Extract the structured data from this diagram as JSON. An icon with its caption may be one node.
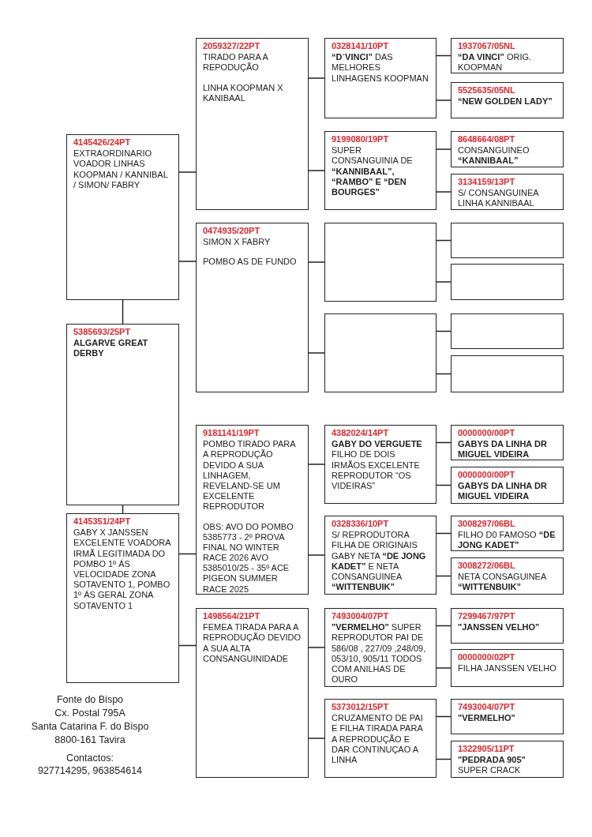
{
  "diagram": {
    "nodes": [
      {
        "text": [
          "4145426/24PT",
          "EXTRAORDINARIO VOADOR LINHAS KOOPMAN / KANNIBAL / SIMON/ FABRY"
        ]
      },
      {
        "text": [
          "5385693/25PT",
          "**ALGARVE GREAT DERBY**"
        ]
      },
      {
        "text": [
          "4145351/24PT",
          "GABY X JANSSEN EXCELENTE VOADORA IRMÃ LEGITIMADA DO POMBO 1º ÁS VELOCIDADE ZONA SOTAVENTO 1, POMBO 1º ÁS GERAL ZONA SOTAVENTO 1"
        ]
      },
      {
        "text": [
          "2059327/22PT",
          "TIRADO PARA A REPODUÇÃO",
          "LINHA KOOPMAN X KANIBAAL"
        ]
      },
      {
        "text": [
          "0474935/20PT",
          "SIMON X FABRY",
          "POMBO AS DE FUNDO"
        ]
      },
      {
        "text": [
          "9181141/19PT",
          "POMBO TIRADO PARA A REPRODUÇÃO DEVIDO A SUA LINHAGEM, REVELAND-SE UM EXCELENTE REPRODUTOR",
          "OBS: AVO DO POMBO 5385773 - 2º PROVA FINAL NO WINTER RACE 2026 AVO 5385010/25 - 35º ACE PIGEON SUMMER RACE 2025"
        ]
      },
      {
        "text": [
          "1498564/21PT",
          "FEMEA TIRADA PARA A REPRODUÇÃO DEVIDO A SUA ALTA CONSANGUINIDADE"
        ]
      },
      {
        "text": [
          "0328141/10PT",
          "**“D`VINCI”** DAS MELHORES LINHAGENS KOOPMAN"
        ]
      },
      {
        "text": [
          "9199080/19PT",
          "SUPER CONSANGUINIA DE **“KANNIBAAL”, “RAMBO” E “DEN BOURGES”**"
        ]
      },
      {
        "text": [],
        "shape": "box"
      },
      {
        "text": [],
        "shape": "box"
      },
      {
        "text": [
          "4382024/14PT",
          "**GABY DO VERGUETE** FILHO DE DOIS IRMÃOS EXCELENTE REPRODUTOR “OS VIDEIRAS”"
        ]
      },
      {
        "text": [
          "0328336/10PT",
          "S/ REPRODUTORA FILHA DE ORIGINAIS GABY NETA **“DE JONG KADET”** E NETA CONSANGUINEA **“WITTENBUIK”**"
        ]
      },
      {
        "text": [
          "7493004/07PT",
          "**\"VERMELHO\"** SUPER REPRODUTOR PAI DE 586/08 , 227/09 ,248/09, 053/10, 905/11 TODOS COM ANILHAS DE OURO"
        ]
      },
      {
        "text": [
          "5373012/15PT",
          "CRUZAMENTO DE PAI E FILHA TIRADA PARA A REPRODUÇÃO E DAR CONTINUÇAO A LINHA"
        ]
      },
      {
        "text": [
          "1937067/05NL",
          "**“DA VINCI”** ORIG. KOOPMAN"
        ]
      },
      {
        "text": [
          "5525635/05NL",
          "**“NEW GOLDEN LADY”**"
        ]
      },
      {
        "text": [
          "8648664/08PT",
          "CONSANGUINEO **“KANNIBAAL”**"
        ]
      },
      {
        "text": [
          "3134159/13PT",
          "S/ CONSANGUINEA LINHA KANNIBAAL"
        ]
      },
      {
        "text": [],
        "shape": "box"
      },
      {
        "text": [],
        "shape": "box"
      },
      {
        "text": [],
        "shape": "box"
      },
      {
        "text": [],
        "shape": "box"
      },
      {
        "text": [
          "0000000/00PT",
          "**GABYS DA LINHA DR MIGUEL VIDEIRA**"
        ]
      },
      {
        "text": [
          "0000000/00PT",
          "**GABYS DA LINHA DR MIGUEL VIDEIRA**"
        ]
      },
      {
        "text": [
          "3008297/06BL",
          "FILHO D0 FAMOSO **“DE JONG KADET”**"
        ]
      },
      {
        "text": [
          "3008272/06BL",
          "NETA CONSAGUINEA **“WITTENBUIK”**"
        ]
      },
      {
        "text": [
          "7299467/97PT",
          "**\"JANSSEN VELHO\"**"
        ]
      },
      {
        "text": [
          "0000000/02PT",
          "FILHA JANSSEN VELHO"
        ]
      },
      {
        "text": [
          "7493004/07PT",
          "**\"VERMELHO\"**"
        ]
      },
      {
        "text": [
          "1322905/11PT",
          "**\"PEDRADA 905\"** SUPER CRACK"
        ]
      }
    ],
    "edges": [
      {
        "from": 1,
        "to": 0,
        "arrow": "none"
      },
      {
        "from": 1,
        "to": 2,
        "arrow": "none"
      },
      {
        "from": 0,
        "to": 3,
        "arrow": "none"
      },
      {
        "from": 0,
        "to": 4,
        "arrow": "none"
      },
      {
        "from": 2,
        "to": 5,
        "arrow": "none"
      },
      {
        "from": 2,
        "to": 6,
        "arrow": "none"
      },
      {
        "from": 3,
        "to": 7,
        "arrow": "none"
      },
      {
        "from": 3,
        "to": 8,
        "arrow": "none"
      },
      {
        "from": 4,
        "to": 9,
        "arrow": "none"
      },
      {
        "from": 4,
        "to": 10,
        "arrow": "none"
      },
      {
        "from": 5,
        "to": 11,
        "arrow": "none"
      },
      {
        "from": 5,
        "to": 12,
        "arrow": "none"
      },
      {
        "from": 6,
        "to": 13,
        "arrow": "none"
      },
      {
        "from": 6,
        "to": 14,
        "arrow": "none"
      },
      {
        "from": 7,
        "to": 15,
        "arrow": "none"
      },
      {
        "from": 7,
        "to": 16,
        "arrow": "none"
      },
      {
        "from": 8,
        "to": 17,
        "arrow": "none"
      },
      {
        "from": 8,
        "to": 18,
        "arrow": "none"
      },
      {
        "from": 9,
        "to": 19,
        "arrow": "none"
      },
      {
        "from": 9,
        "to": 20,
        "arrow": "none"
      },
      {
        "from": 10,
        "to": 21,
        "arrow": "none"
      },
      {
        "from": 10,
        "to": 22,
        "arrow": "none"
      },
      {
        "from": 11,
        "to": 23,
        "arrow": "none"
      },
      {
        "from": 11,
        "to": 24,
        "arrow": "none"
      },
      {
        "from": 12,
        "to": 25,
        "arrow": "none"
      },
      {
        "from": 12,
        "to": 26,
        "arrow": "none"
      },
      {
        "from": 13,
        "to": 27,
        "arrow": "none"
      },
      {
        "from": 13,
        "to": 28,
        "arrow": "none"
      },
      {
        "from": 14,
        "to": 29,
        "arrow": "none"
      },
      {
        "from": 14,
        "to": 30,
        "arrow": "none"
      }
    ],
    "labels": [
      "Fonte do Bispo",
      "Cx. Postal 795A",
      "Santa Catarina F. do Bispo",
      "8800-161 Tavira",
      "Contactos:",
      "927714295, 963854614"
    ]
  }
}
